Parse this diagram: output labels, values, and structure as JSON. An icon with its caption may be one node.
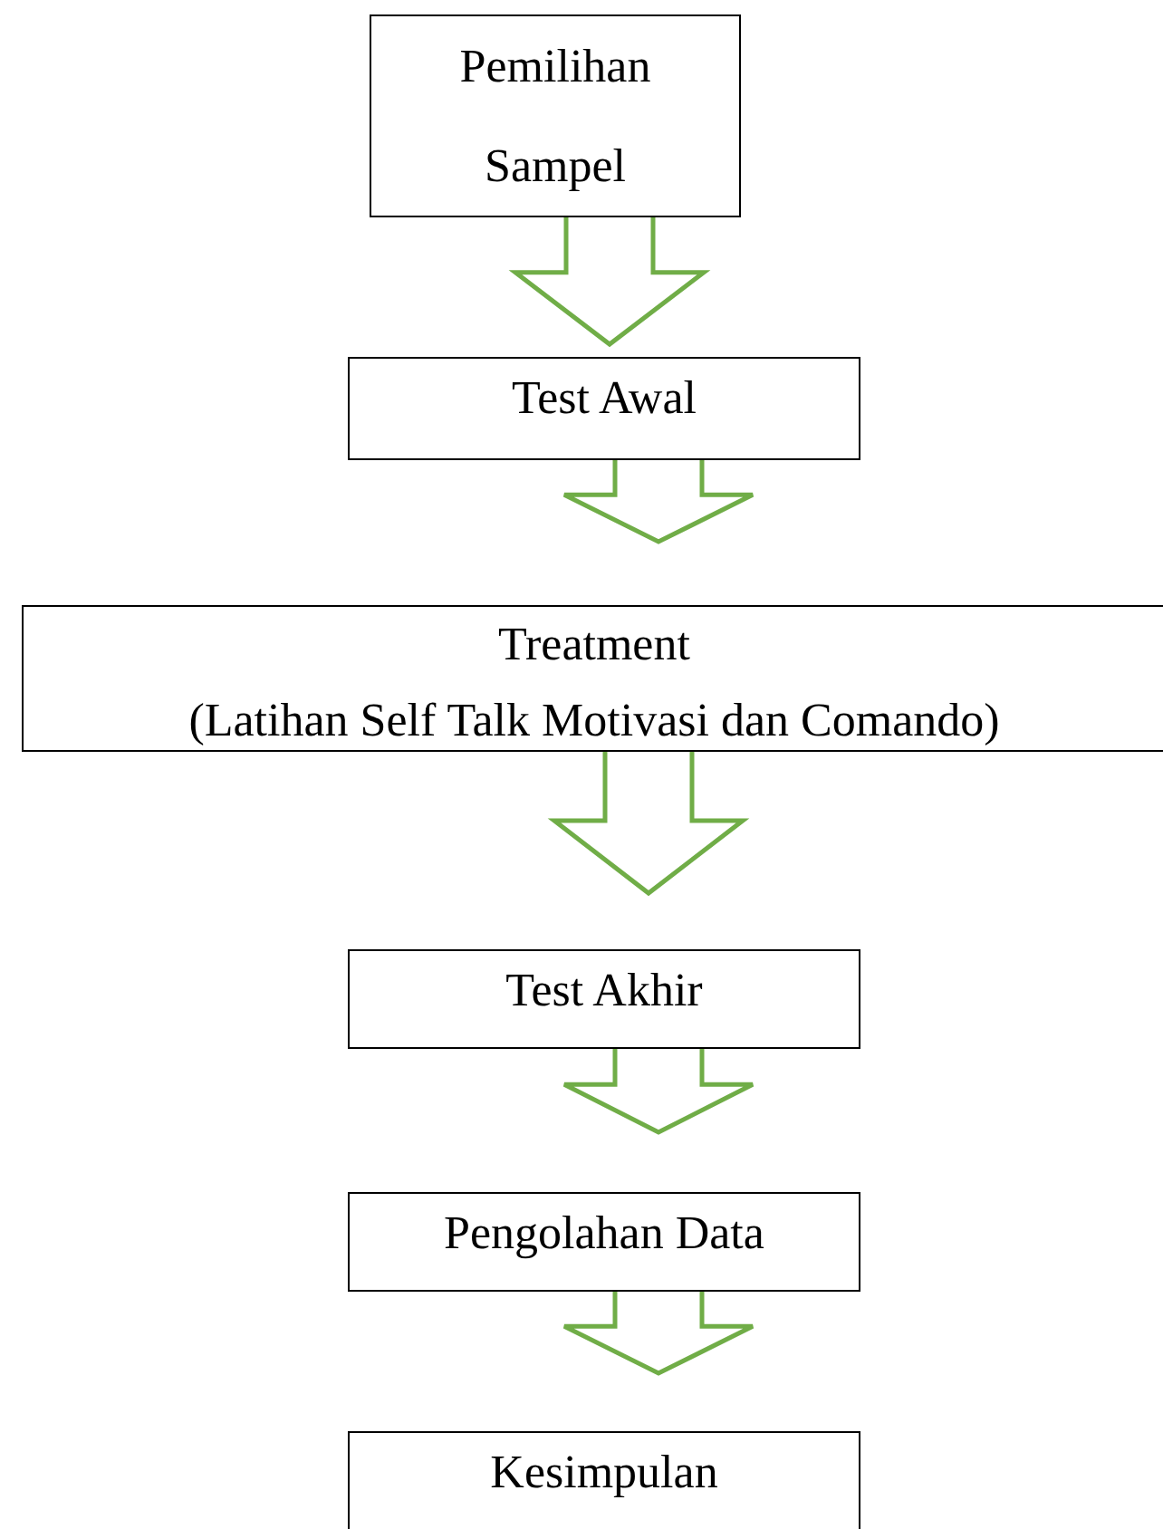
{
  "diagram": {
    "nodes": [
      {
        "text": [
          "Pemilihan Sampel"
        ]
      },
      {
        "text": [
          "Test Awal"
        ]
      },
      {
        "text": [
          "Treatment",
          "(Latihan Self Talk Motivasi dan Comando)"
        ]
      },
      {
        "text": [
          "Test Akhir"
        ]
      },
      {
        "text": [
          "Pengolahan Data"
        ]
      },
      {
        "text": [
          "Kesimpulan"
        ]
      }
    ],
    "edges": [
      {
        "from": 0,
        "to": 1,
        "arrow": "to",
        "color": "#70ad47"
      },
      {
        "from": 1,
        "to": 2,
        "arrow": "to",
        "color": "#70ad47"
      },
      {
        "from": 2,
        "to": 3,
        "arrow": "to",
        "color": "#70ad47"
      },
      {
        "from": 3,
        "to": 4,
        "arrow": "to",
        "color": "#70ad47"
      },
      {
        "from": 4,
        "to": 5,
        "arrow": "to",
        "color": "#70ad47"
      }
    ]
  }
}
